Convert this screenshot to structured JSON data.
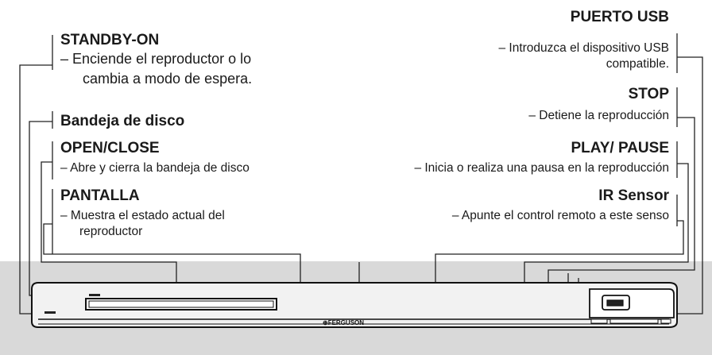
{
  "left": {
    "standby": {
      "title": "STANDBY-ON",
      "line1": "– Enciende el reproductor o lo",
      "line2": "cambia a modo de espera."
    },
    "tray": {
      "title": "Bandeja de disco"
    },
    "openclose": {
      "title": "OPEN/CLOSE",
      "line1": "– Abre y cierra la bandeja de disco"
    },
    "pantalla": {
      "title": "PANTALLA",
      "line1": "– Muestra el estado actual del",
      "line2": "reproductor"
    }
  },
  "right": {
    "usb": {
      "title": "PUERTO USB",
      "line1": "– Introduzca el dispositivo USB",
      "line2": "compatible."
    },
    "stop": {
      "title": "STOP",
      "line1": "– Detiene la reproducción"
    },
    "playpause": {
      "title": "PLAY/ PAUSE",
      "line1": "– Inicia o realiza una pausa en la reproducción"
    },
    "ir": {
      "title": "IR Sensor",
      "line1": "– Apunte el control remoto a este senso"
    }
  },
  "device": {
    "brand": "FERGUSON"
  }
}
